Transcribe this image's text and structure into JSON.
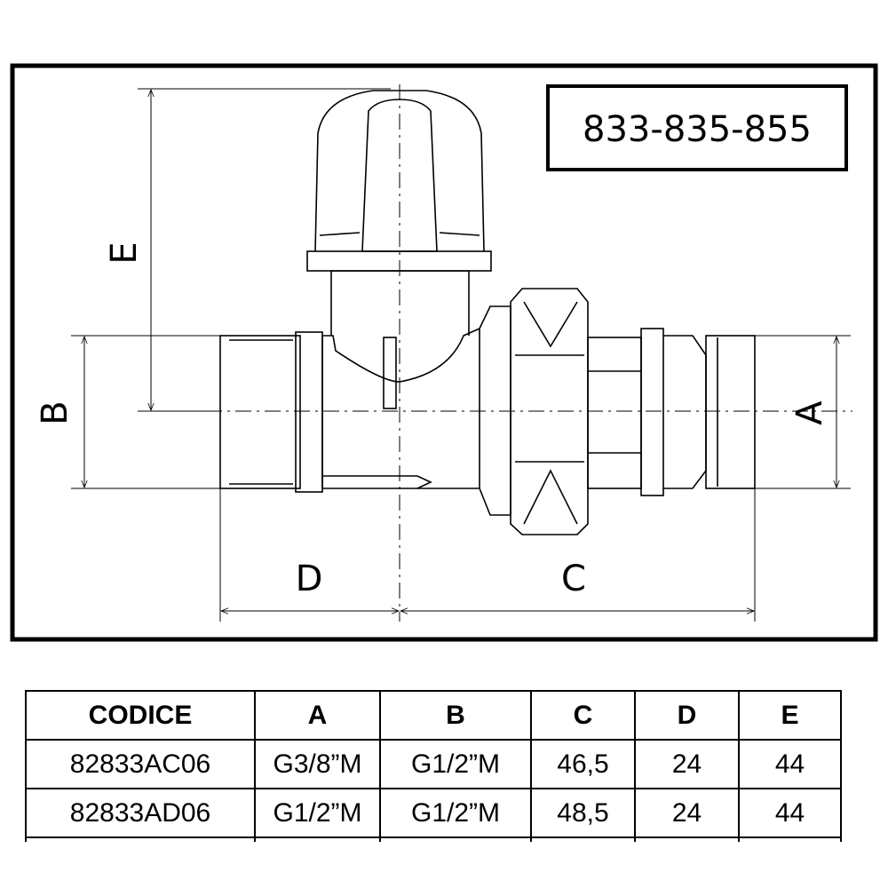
{
  "drawing": {
    "title": "833-835-855",
    "dimension_labels": {
      "A": "A",
      "B": "B",
      "C": "C",
      "D": "D",
      "E": "E"
    }
  },
  "table": {
    "headers": [
      "CODICE",
      "A",
      "B",
      "C",
      "D",
      "E"
    ],
    "rows": [
      [
        "82833AC06",
        "G3/8”M",
        "G1/2”M",
        "46,5",
        "24",
        "44"
      ],
      [
        "82833AD06",
        "G1/2”M",
        "G1/2”M",
        "48,5",
        "24",
        "44"
      ]
    ]
  }
}
